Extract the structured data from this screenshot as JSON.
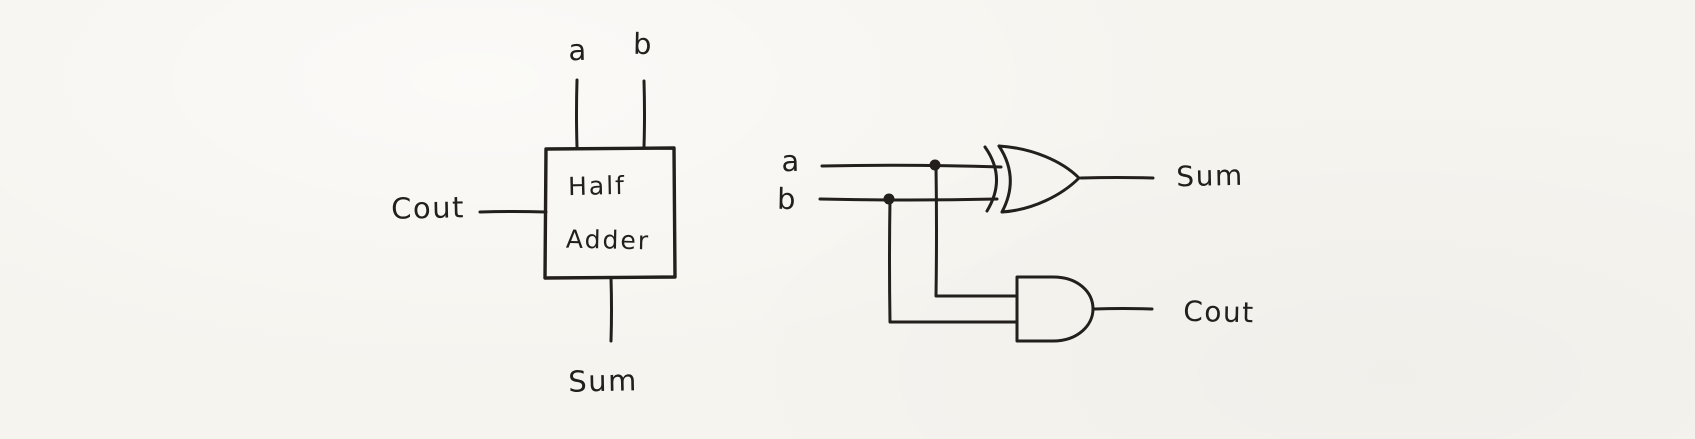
{
  "palette": {
    "paper": "#f6f4ef",
    "ink": "#221f1c"
  },
  "block_diagram": {
    "input_a": "a",
    "input_b": "b",
    "output_cout": "Cout",
    "block_name_line1": "Half",
    "block_name_line2": "Adder",
    "output_sum": "Sum"
  },
  "gate_diagram": {
    "input_a": "a",
    "input_b": "b",
    "output_sum": "Sum",
    "output_cout": "Cout",
    "icons": {
      "xor": "xor-gate-icon",
      "and": "and-gate-icon",
      "junction": "junction-dot"
    }
  }
}
